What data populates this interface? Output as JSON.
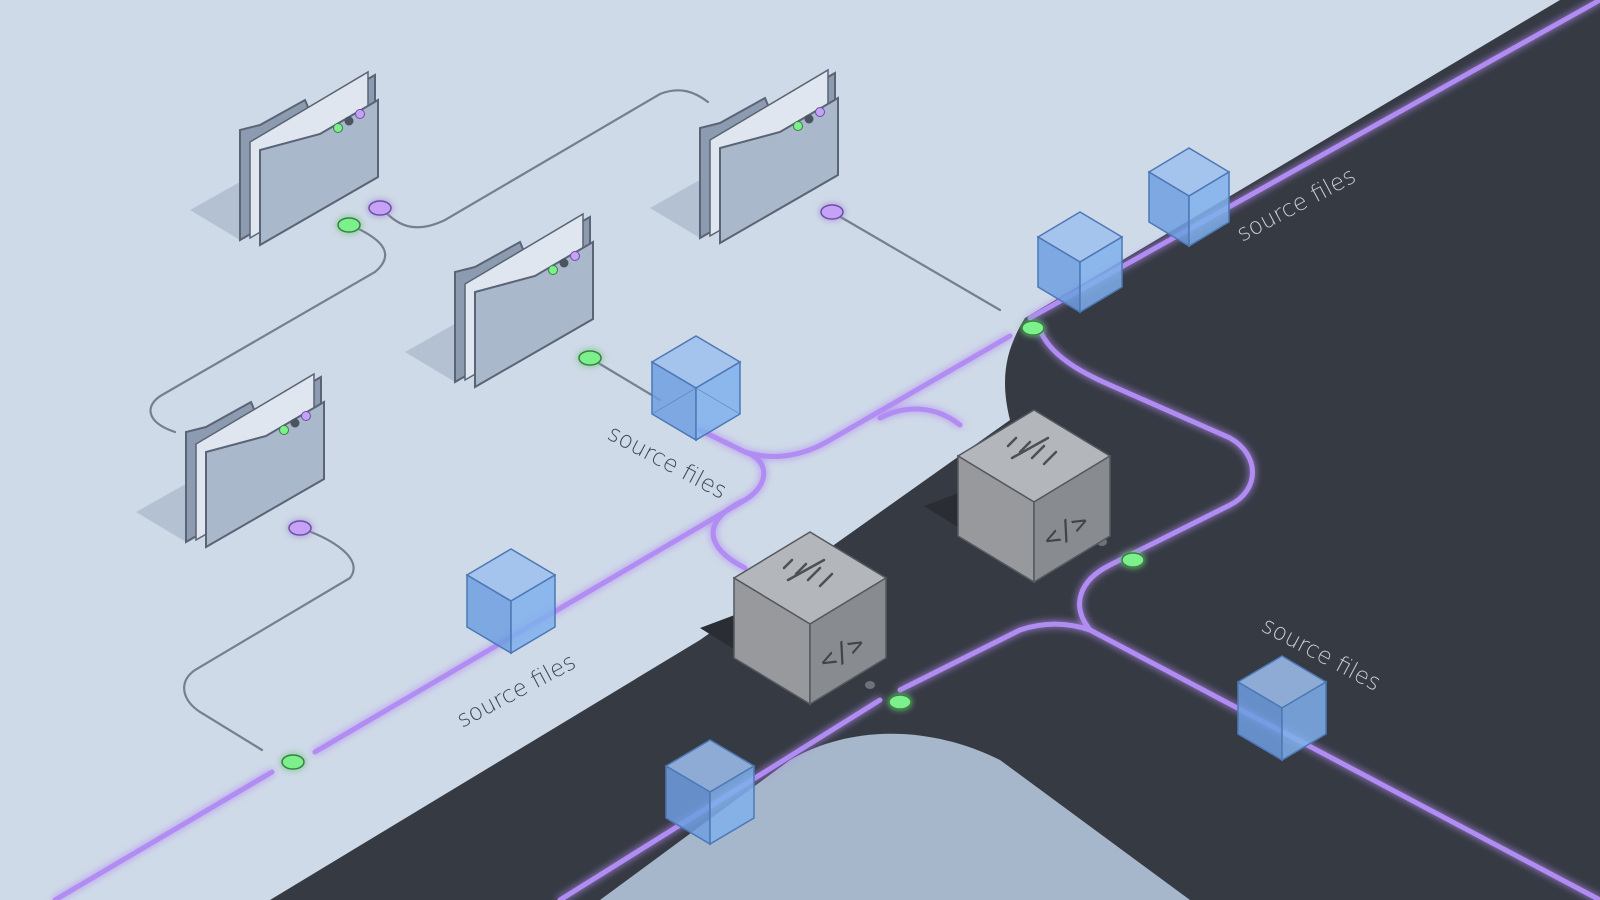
{
  "labels": {
    "source_files_1": "source files",
    "source_files_2": "source files",
    "source_files_3": "source files",
    "source_files_4": "source files"
  },
  "code_glyph": "</>",
  "colors": {
    "background_light": "#cfdae8",
    "background_dark": "#363a43",
    "lower_panel": "#a6b6cb",
    "connector": "#b18cf2",
    "connector_glow": "#9b6cf0",
    "node_green": "#7cf08a",
    "node_purple": "#c6a2f7",
    "thin_wire": "#75808f",
    "folder": "#a9b8cb",
    "cube_blue": "#7aa9e6",
    "block_gray": "#9b9ea3",
    "label_on_light": "#3e4652",
    "label_on_dark": "#c7ccd4"
  },
  "icons": [
    "folder-icon",
    "transparent-cube-icon",
    "code-block-icon",
    "connector-node-icon"
  ]
}
